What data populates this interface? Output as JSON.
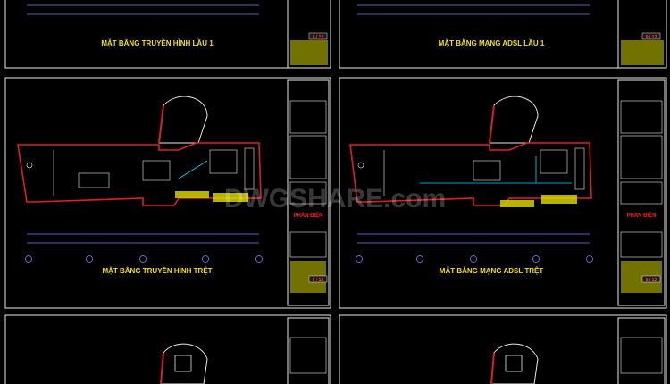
{
  "colors": {
    "background": "#000000",
    "frame": "#e8e8e8",
    "title_text": "#f5e000",
    "dimension": "#7878ff",
    "wall": "#e02020",
    "cyan": "#00d8ff",
    "yellow_block": "#e0e000",
    "red_label": "#ff2020",
    "green": "#00b000"
  },
  "watermark": "DWGSHARE.com",
  "sheets": [
    {
      "id": "top-left",
      "title": "MẶT BẰNG TRUYỀN HÌNH LẦU 1",
      "sheet_no": "6 / 12"
    },
    {
      "id": "top-right",
      "title": "MẶT BẰNG MẠNG ADSL LẦU 1",
      "sheet_no": "9 / 12"
    },
    {
      "id": "mid-left",
      "title": "MẶT BẰNG TRUYỀN HÌNH TRỆT",
      "sheet_no": "5 / 12",
      "section_label": "PHẦN ĐIỆN"
    },
    {
      "id": "mid-right",
      "title": "MẶT BẰNG MẠNG ADSL TRỆT",
      "sheet_no": "8 / 12",
      "section_label": "PHẦN ĐIỆN"
    },
    {
      "id": "bot-left",
      "title": "",
      "sheet_no": ""
    },
    {
      "id": "bot-right",
      "title": "",
      "sheet_no": ""
    }
  ]
}
